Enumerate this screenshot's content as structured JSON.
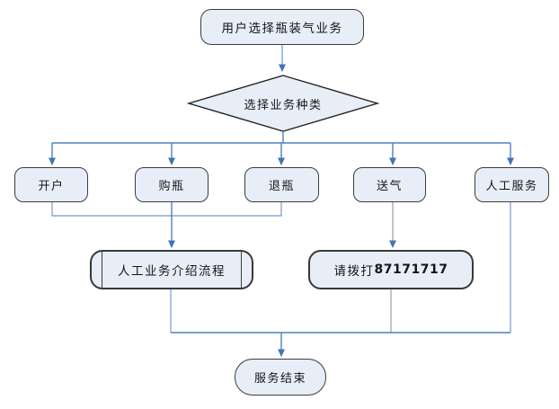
{
  "diagram": {
    "type": "flowchart",
    "language": "zh-CN",
    "background": "#ffffff",
    "nodes": {
      "start": {
        "label": "用户选择瓶装气业务",
        "shape": "terminator"
      },
      "decision": {
        "label": "选择业务种类",
        "shape": "decision"
      },
      "open_account": {
        "label": "开户",
        "shape": "rounded-process"
      },
      "buy_bottle": {
        "label": "购瓶",
        "shape": "rounded-process"
      },
      "return_bottle": {
        "label": "退瓶",
        "shape": "rounded-process"
      },
      "deliver_gas": {
        "label": "送气",
        "shape": "rounded-process"
      },
      "manual_service": {
        "label": "人工服务",
        "shape": "rounded-process"
      },
      "intro_process": {
        "label": "人工业务介绍流程",
        "shape": "predefined-process"
      },
      "call_hotline": {
        "label_prefix": "请拨打",
        "phone_number": "87171717",
        "shape": "rounded-process"
      },
      "end": {
        "label": "服务结束",
        "shape": "terminator"
      }
    },
    "edges": [
      {
        "from": "start",
        "to": "decision",
        "arrow": true
      },
      {
        "from": "decision",
        "to": "open_account",
        "arrow": true
      },
      {
        "from": "decision",
        "to": "buy_bottle",
        "arrow": true
      },
      {
        "from": "decision",
        "to": "return_bottle",
        "arrow": true
      },
      {
        "from": "decision",
        "to": "deliver_gas",
        "arrow": true
      },
      {
        "from": "decision",
        "to": "manual_service",
        "arrow": true
      },
      {
        "from": "open_account",
        "to": "intro_process",
        "arrow": true
      },
      {
        "from": "buy_bottle",
        "to": "intro_process",
        "arrow": true
      },
      {
        "from": "return_bottle",
        "to": "intro_process",
        "arrow": true
      },
      {
        "from": "deliver_gas",
        "to": "call_hotline",
        "arrow": true
      },
      {
        "from": "intro_process",
        "to": "end",
        "arrow": true
      },
      {
        "from": "call_hotline",
        "to": "end",
        "arrow": true
      },
      {
        "from": "manual_service",
        "to": "end",
        "arrow": true
      }
    ],
    "colors": {
      "node_fill": "#e8eef7",
      "node_border": "#3c3c3c",
      "edge_blue": "#4f81bd",
      "edge_light_blue": "#8aa9d6",
      "edge_gray": "#7f8b99",
      "arrowhead": "#4273b8"
    }
  }
}
